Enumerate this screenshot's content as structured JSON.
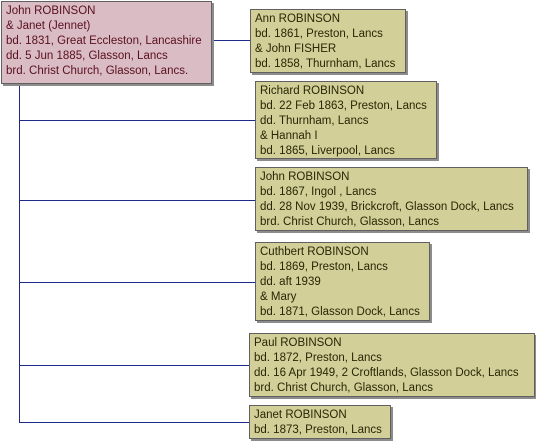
{
  "root": {
    "lines": [
      "John ROBINSON",
      "& Janet (Jennet)",
      "bd. 1831, Great Eccleston, Lancashire",
      "dd. 5 Jun 1885, Glasson, Lancs",
      "brd. Christ Church, Glasson, Lancs."
    ]
  },
  "children": [
    {
      "lines": [
        "Ann ROBINSON",
        "bd. 1861, Preston, Lancs",
        "& John FISHER",
        "bd. 1858, Thurnham, Lancs"
      ]
    },
    {
      "lines": [
        "Richard ROBINSON",
        "bd. 22 Feb 1863, Preston, Lancs",
        "dd. Thurnham, Lancs",
        "& Hannah I",
        "bd. 1865, Liverpool, Lancs"
      ]
    },
    {
      "lines": [
        "John ROBINSON",
        "bd. 1867, Ingol , Lancs",
        "dd. 28 Nov 1939, Brickcroft, Glasson Dock, Lancs",
        "brd. Christ Church, Glasson, Lancs"
      ]
    },
    {
      "lines": [
        "Cuthbert ROBINSON",
        "bd. 1869, Preston, Lancs",
        "dd. aft 1939",
        "& Mary",
        "bd. 1871, Glasson Dock, Lancs"
      ]
    },
    {
      "lines": [
        "Paul ROBINSON",
        "bd. 1872, Preston, Lancs",
        "dd. 16 Apr 1949, 2 Croftlands, Glasson Dock, Lancs",
        "brd. Christ Church, Glasson, Lancs"
      ]
    },
    {
      "lines": [
        "Janet ROBINSON",
        "bd. 1873, Preston, Lancs"
      ]
    }
  ],
  "colors": {
    "root_fill": "#d9bcc4",
    "child_fill": "#d2cf98",
    "connector": "#1c2a8a"
  }
}
